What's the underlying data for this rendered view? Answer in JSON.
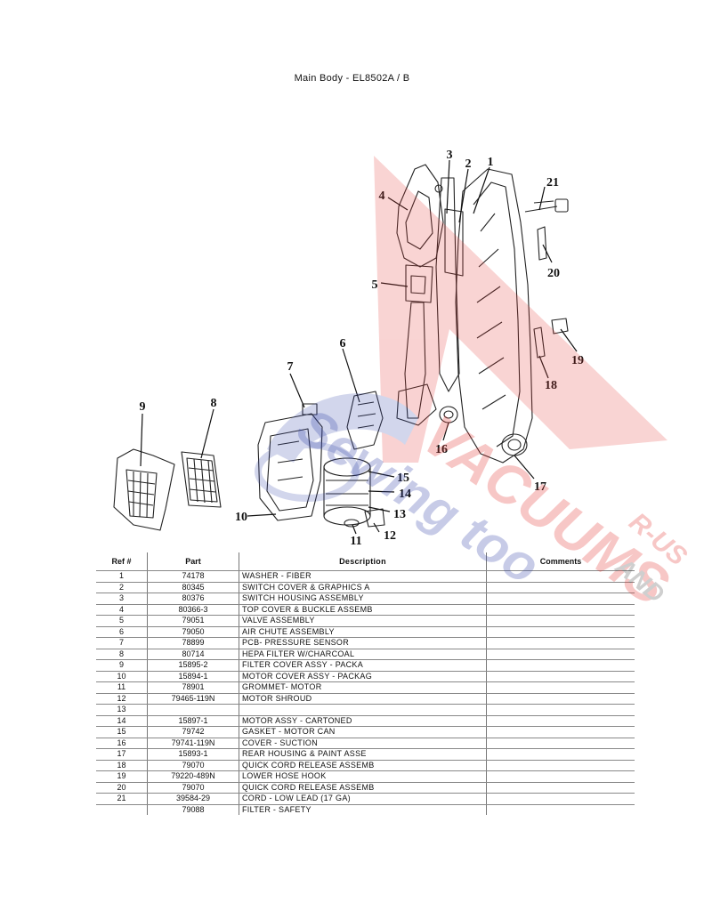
{
  "page": {
    "title": "Main Body - EL8502A / B"
  },
  "watermark": {
    "text1": "VACUUMS",
    "text2": "Sewing too",
    "text3": "R-US",
    "text4": "AND"
  },
  "callouts": [
    "1",
    "2",
    "3",
    "4",
    "5",
    "6",
    "7",
    "8",
    "9",
    "10",
    "11",
    "12",
    "13",
    "14",
    "15",
    "16",
    "17",
    "18",
    "19",
    "20",
    "21"
  ],
  "table": {
    "headers": {
      "ref": "Ref #",
      "part": "Part",
      "description": "Description",
      "comments": "Comments"
    },
    "rows": [
      {
        "ref": "1",
        "part": "74178",
        "desc": "WASHER - FIBER",
        "comments": ""
      },
      {
        "ref": "2",
        "part": "80345",
        "desc": "SWITCH COVER & GRAPHICS A",
        "comments": ""
      },
      {
        "ref": "3",
        "part": "80376",
        "desc": "SWITCH HOUSING ASSEMBLY",
        "comments": ""
      },
      {
        "ref": "4",
        "part": "80366-3",
        "desc": "TOP COVER & BUCKLE ASSEMB",
        "comments": ""
      },
      {
        "ref": "5",
        "part": "79051",
        "desc": "VALVE ASSEMBLY",
        "comments": ""
      },
      {
        "ref": "6",
        "part": "79050",
        "desc": "AIR CHUTE ASSEMBLY",
        "comments": ""
      },
      {
        "ref": "7",
        "part": "78899",
        "desc": "PCB- PRESSURE SENSOR",
        "comments": ""
      },
      {
        "ref": "8",
        "part": "80714",
        "desc": "HEPA FILTER W/CHARCOAL",
        "comments": ""
      },
      {
        "ref": "9",
        "part": "15895-2",
        "desc": "FILTER COVER ASSY - PACKA",
        "comments": ""
      },
      {
        "ref": "10",
        "part": "15894-1",
        "desc": "MOTOR COVER ASSY - PACKAG",
        "comments": ""
      },
      {
        "ref": "11",
        "part": "78901",
        "desc": "GROMMET- MOTOR",
        "comments": ""
      },
      {
        "ref": "12",
        "part": "79465-119N",
        "desc": "MOTOR SHROUD",
        "comments": ""
      },
      {
        "ref": "13",
        "part": "",
        "desc": "",
        "comments": ""
      },
      {
        "ref": "14",
        "part": "15897-1",
        "desc": "MOTOR ASSY - CARTONED",
        "comments": ""
      },
      {
        "ref": "15",
        "part": "79742",
        "desc": "GASKET - MOTOR CAN",
        "comments": ""
      },
      {
        "ref": "16",
        "part": "79741-119N",
        "desc": "COVER - SUCTION",
        "comments": ""
      },
      {
        "ref": "17",
        "part": "15893-1",
        "desc": "REAR HOUSING & PAINT ASSE",
        "comments": ""
      },
      {
        "ref": "18",
        "part": "79070",
        "desc": "QUICK CORD RELEASE ASSEMB",
        "comments": ""
      },
      {
        "ref": "19",
        "part": "79220-489N",
        "desc": "LOWER HOSE HOOK",
        "comments": ""
      },
      {
        "ref": "20",
        "part": "79070",
        "desc": "QUICK CORD RELEASE ASSEMB",
        "comments": ""
      },
      {
        "ref": "21",
        "part": "39584-29",
        "desc": "CORD - LOW LEAD (17 GA)",
        "comments": ""
      },
      {
        "ref": "",
        "part": "79088",
        "desc": "FILTER - SAFETY",
        "comments": ""
      }
    ]
  }
}
